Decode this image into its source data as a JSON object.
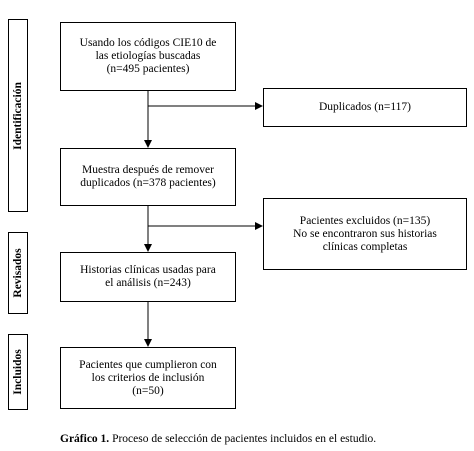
{
  "phases": {
    "identificacion": "Identificación",
    "revisados": "Revisados",
    "incluidos": "Incluidos"
  },
  "boxes": {
    "search": [
      "Usando los códigos CIE10 de",
      "las etiologías buscadas",
      "(n=495 pacientes)"
    ],
    "duplicates": [
      "Duplicados (n=117)"
    ],
    "after_removal": [
      "Muestra después de remover",
      "duplicados (n=378 pacientes)"
    ],
    "excluded": [
      "Pacientes excluidos (n=135)",
      "No se encontraron sus historias",
      "clínicas completas"
    ],
    "reviewed": [
      "Historias clínicas usadas para",
      "el análisis (n=243)"
    ],
    "included": [
      "Pacientes que cumplieron con",
      "los criterios de inclusión",
      "(n=50)"
    ]
  },
  "caption": {
    "label": "Gráfico 1.",
    "text": "Proceso de selección de pacientes incluidos en el estudio."
  }
}
